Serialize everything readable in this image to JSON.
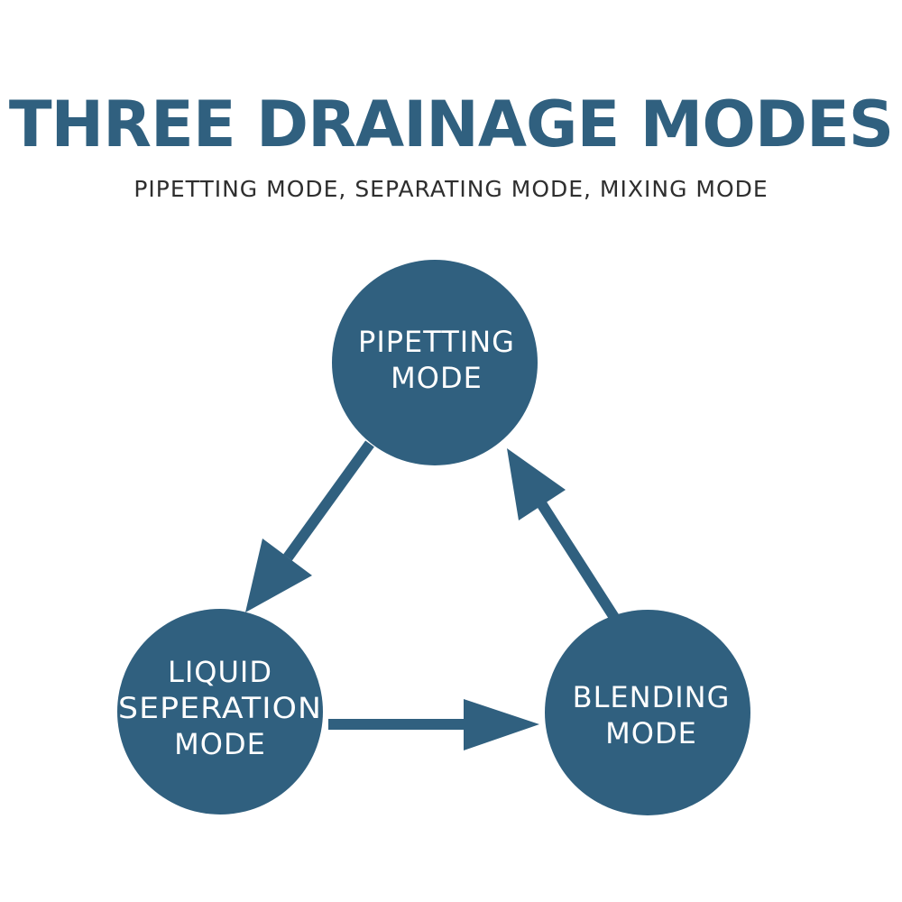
{
  "header": {
    "title": "THREE DRAINAGE MODES",
    "subtitle": "PIPETTING MODE, SEPARATING MODE, MIXING MODE"
  },
  "colors": {
    "primary": "#30607f",
    "subtitle_text": "#2e2e2e",
    "node_text": "#ffffff",
    "background": "#ffffff"
  },
  "nodes": {
    "pipetting": {
      "line1": "PIPETTING",
      "line2": "MODE"
    },
    "separation": {
      "line1": "LIQUID",
      "line2": "SEPERATION",
      "line3": "MODE"
    },
    "blending": {
      "line1": "BLENDING",
      "line2": "MODE"
    }
  }
}
